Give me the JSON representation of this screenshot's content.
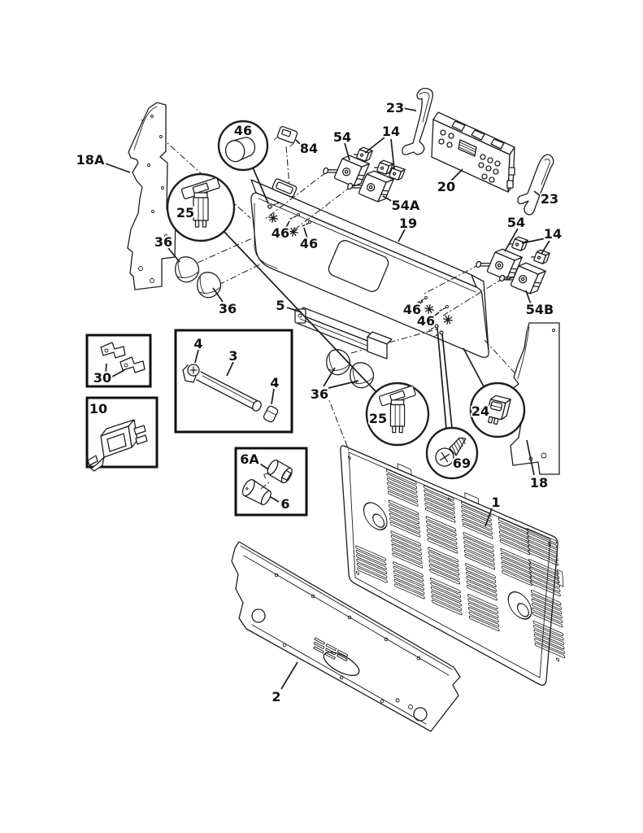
{
  "diagram": {
    "kind": "exploded parts diagram",
    "subject": "range backguard control panel assembly",
    "background_color": "#ffffff",
    "line_color": "#1d1d1d",
    "callouts": {
      "bracket_left": "18A",
      "panel_screw_zoom": "46",
      "light_switch_zoom_top": "25",
      "clip_84": "84",
      "switch_54_top": "54",
      "switch_14_top": "14",
      "bracket_23_top": "23",
      "control_board_20": "20",
      "bracket_23_right": "23",
      "switch_54_right": "54",
      "switch_14_right": "14",
      "switch_54A": "54A",
      "control_panel_19": "19",
      "screw_46_a": "46",
      "screw_46_b": "46",
      "screw_46_c": "46",
      "screw_46_d": "46",
      "knob_36_left_upper": "36",
      "knob_36_left_lower": "36",
      "knob_36_middle": "36",
      "trim_5": "5",
      "switch_54B": "54B",
      "bracket_clips_30": "30",
      "component_10": "10",
      "end_cap_4_left": "4",
      "light_tube_3": "3",
      "end_cap_4_right": "4",
      "light_switch_zoom_bottom": "25",
      "rocker_switch_24": "24",
      "screw_zoom_69": "69",
      "lamp_socket_6A": "6A",
      "lamp_bulb_6": "6",
      "bracket_right": "18",
      "rear_vent_panel_1": "1",
      "lower_rear_panel_2": "2"
    }
  }
}
